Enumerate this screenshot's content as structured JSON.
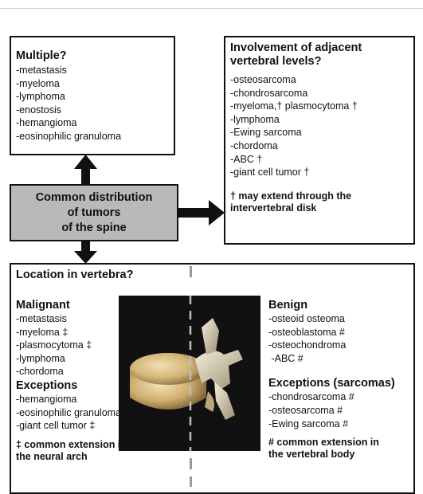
{
  "multiple": {
    "title": "Multiple?",
    "items": [
      "-metastasis",
      "-myeloma",
      "-lymphoma",
      "-enostosis",
      "-hemangioma",
      "-eosinophilic granuloma"
    ]
  },
  "involvement": {
    "title_line1": "Involvement of adjacent",
    "title_line2": "vertebral levels?",
    "items": [
      "-osteosarcoma",
      "-chondrosarcoma",
      "-myeloma,† plasmocytoma †",
      "-lymphoma",
      "-Ewing sarcoma",
      "-chordoma",
      "-ABC †",
      "-giant cell tumor †"
    ],
    "note_line1": "† may extend through the",
    "note_line2": "intervertebral disk"
  },
  "center": {
    "line1": "Common distribution",
    "line2": "of tumors",
    "line3": "of the spine"
  },
  "location": {
    "title": "Location in vertebra?",
    "malignant": {
      "title": "Malignant",
      "items": [
        "-metastasis",
        "-myeloma ‡",
        "-plasmocytoma ‡",
        "-lymphoma",
        "-chordoma"
      ],
      "exceptions_title": "Exceptions",
      "exceptions": [
        "-hemangioma",
        "-eosinophilic granuloma",
        "-giant cell tumor ‡"
      ],
      "note_line1": "‡ common extension in",
      "note_line2": "the neural arch"
    },
    "benign": {
      "title": "Benign",
      "items": [
        "-osteoid osteoma",
        "-osteoblastoma #",
        "-osteochondroma",
        " -ABC #"
      ],
      "exceptions_title": "Exceptions (sarcomas)",
      "exceptions": [
        "-chondrosarcoma #",
        "-osteosarcoma #",
        "-Ewing sarcoma #"
      ],
      "note_line1": "# common extension in",
      "note_line2": "the vertebral body"
    }
  },
  "colors": {
    "center_fill": "#b9b9b9",
    "border": "#111111",
    "divider": "#9a9a9a"
  }
}
